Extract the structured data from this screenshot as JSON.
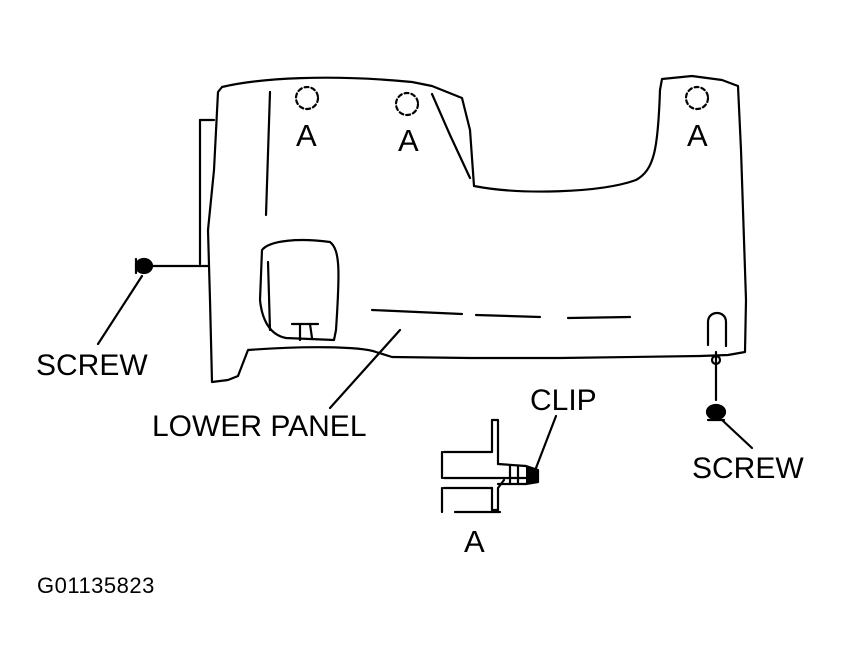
{
  "labels": {
    "clip_point": "A",
    "screw_left": "SCREW",
    "screw_right": "SCREW",
    "lower_panel": "LOWER PANEL",
    "clip": "CLIP",
    "detail": "A"
  },
  "figure_code": "G01135823",
  "colors": {
    "ink": "#000000",
    "paper": "#ffffff"
  },
  "icons": [
    "screw-icon",
    "clip-icon",
    "clip-location-marker-icon"
  ]
}
